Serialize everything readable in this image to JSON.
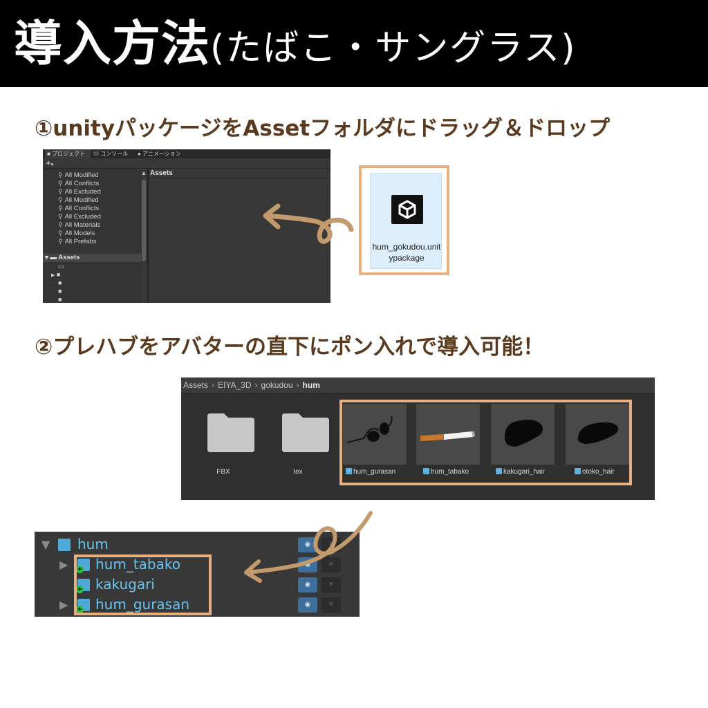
{
  "header": {
    "title": "導入方法",
    "subtitle": "(たばこ・サングラス)"
  },
  "steps": {
    "step1": "①unityパッケージをAssetフォルダにドラッグ＆ドロップ",
    "step2": "②プレハブをアバターの直下にポン入れで導入可能！"
  },
  "project_panel": {
    "tabs": [
      "プロジェクト",
      "コンソール",
      "アニメーション"
    ],
    "add_label": "+",
    "favorites": [
      "All Modified",
      "All Conflicts",
      "All Excluded",
      "All Modified",
      "All Conflicts",
      "All Excluded",
      "All Materials",
      "All Models",
      "All Prefabs"
    ],
    "root_label": "Assets",
    "content_header": "Assets"
  },
  "package_file": {
    "name": "hum_gokudou.unitypackage"
  },
  "asset_browser": {
    "breadcrumb": [
      "Assets",
      "EIYA_3D",
      "gokudou",
      "hum"
    ],
    "folders": [
      "FBX",
      "tex"
    ],
    "prefabs": [
      "hum_gurasan",
      "hum_tabako",
      "kakugari_hair",
      "otoko_hair"
    ]
  },
  "hierarchy": {
    "root": "hum",
    "children": [
      "hum_tabako",
      "kakugari",
      "hum_gurasan"
    ]
  },
  "colors": {
    "accent_frame": "#e8b07e",
    "heading_brown": "#5a3a1e",
    "arrow_tan": "#c39a6b",
    "hier_text": "#6cc4ef"
  }
}
